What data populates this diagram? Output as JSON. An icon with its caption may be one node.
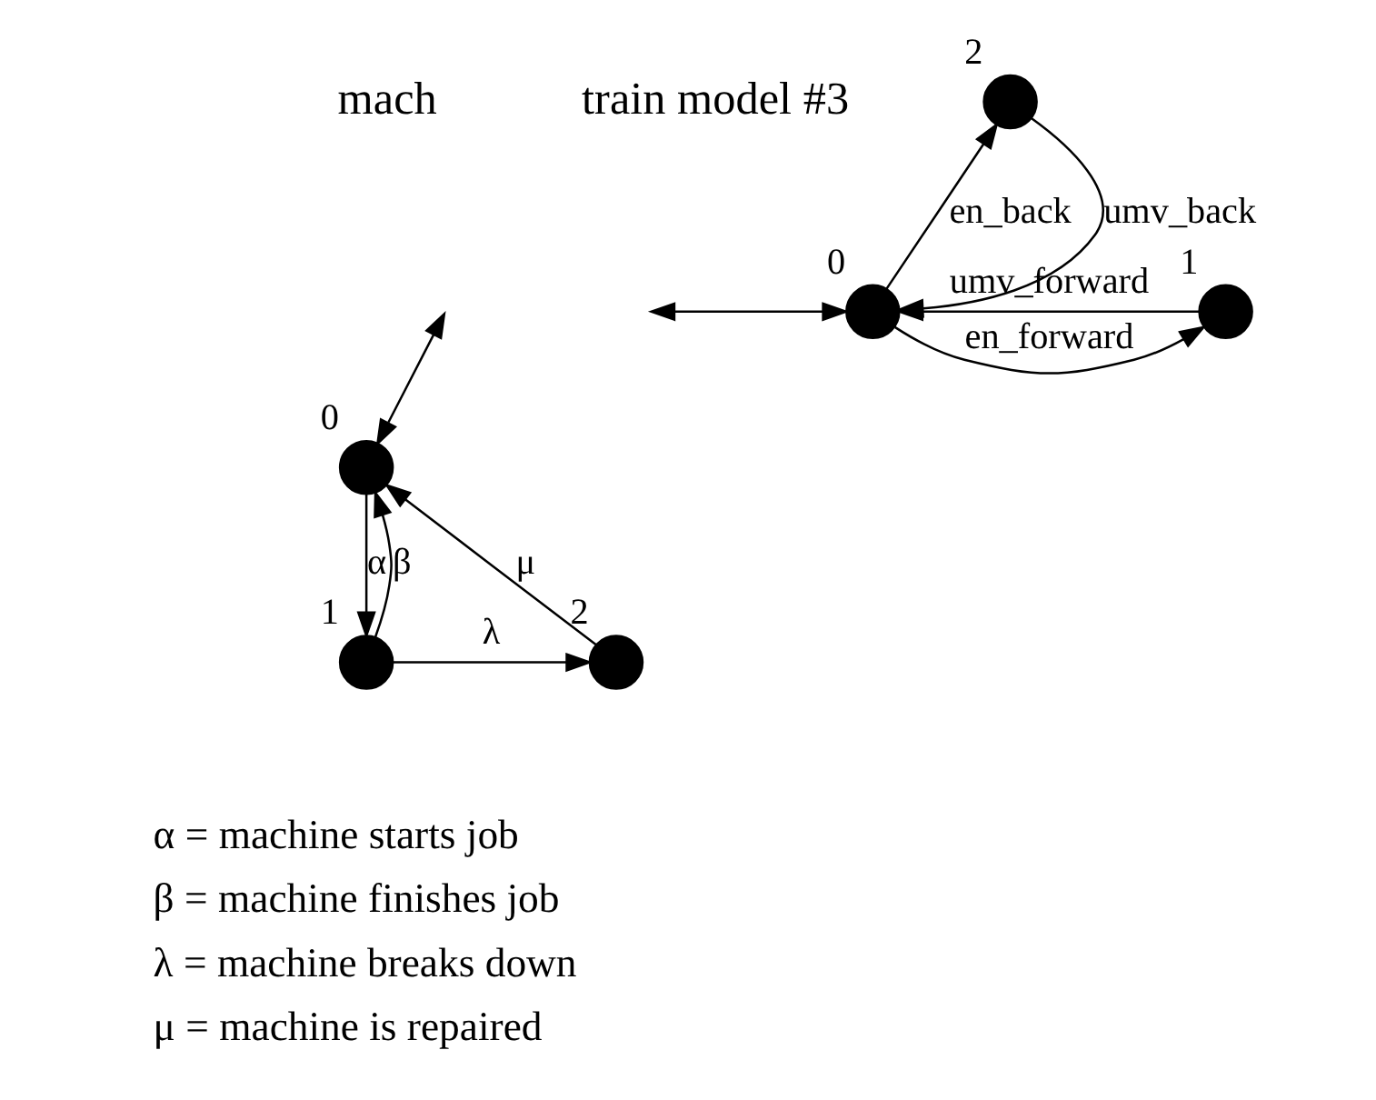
{
  "diagram": {
    "nodes": [
      {
        "text": [],
        "shape": "circle",
        "beside": [
          "0"
        ]
      },
      {
        "text": [],
        "shape": "circle",
        "beside": [
          "1"
        ]
      },
      {
        "text": [],
        "shape": "circle",
        "beside": [
          "2"
        ]
      },
      {
        "text": [],
        "shape": "circle",
        "beside": [
          "0"
        ]
      },
      {
        "text": [],
        "shape": "circle",
        "beside": [
          "1"
        ]
      },
      {
        "text": [],
        "shape": "circle",
        "beside": [
          "2"
        ]
      }
    ],
    "edges": [
      {
        "from": null,
        "to": 0,
        "arrow": "both"
      },
      {
        "from": 0,
        "to": 1,
        "arrow": "to",
        "label": "α"
      },
      {
        "from": 1,
        "to": 0,
        "arrow": "to",
        "label": "β"
      },
      {
        "from": 1,
        "to": 2,
        "arrow": "to",
        "label": "λ"
      },
      {
        "from": 2,
        "to": 0,
        "arrow": "to",
        "label": "μ"
      },
      {
        "from": null,
        "to": 3,
        "arrow": "both"
      },
      {
        "from": 3,
        "to": 4,
        "arrow": "to",
        "label": "en_forward"
      },
      {
        "from": 4,
        "to": 3,
        "arrow": "to",
        "label": "umv_forward"
      },
      {
        "from": 3,
        "to": 5,
        "arrow": "to",
        "label": "en_back"
      },
      {
        "from": 5,
        "to": 3,
        "arrow": "to",
        "label": "umv_back"
      }
    ],
    "labels": [
      "mach",
      "train model #3",
      "α = machine starts job",
      "β = machine finishes job",
      "λ = machine breaks down",
      "μ = machine is repaired"
    ]
  }
}
